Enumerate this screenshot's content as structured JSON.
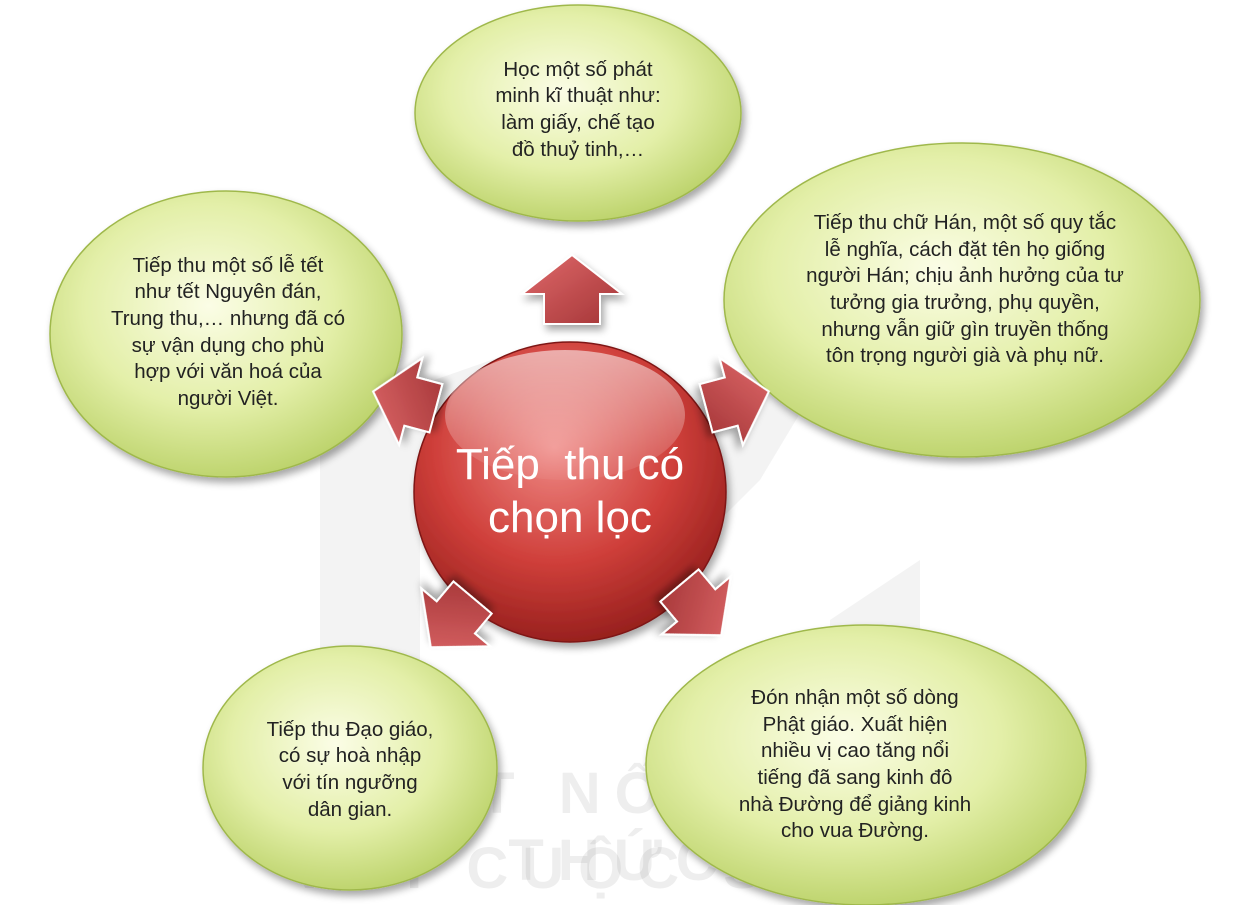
{
  "center": {
    "line1": "Tiếp  thu có",
    "line2": "chọn lọc"
  },
  "bubbles": {
    "top": [
      "Học một số phát",
      "minh kĩ thuật như:",
      "làm giấy, chế tạo",
      "đồ thuỷ tinh,…"
    ],
    "left": [
      "Tiếp thu một số lễ tết",
      "như tết Nguyên đán,",
      "Trung thu,… nhưng đã có",
      "sự vận dụng cho phù",
      "hợp với văn hoá của",
      "người Việt."
    ],
    "right": [
      "Tiếp thu chữ Hán, một số quy tắc",
      "lễ nghĩa, cách đặt tên họ giống",
      "người Hán; chịu ảnh hưởng của tư",
      "tưởng gia trưởng, phụ quyền,",
      "nhưng vẫn giữ gìn truyền thống",
      "tôn trọng người già và phụ nữ."
    ],
    "bottom_left": [
      "Tiếp thu Đạo giáo,",
      "có sự hoà nhập",
      "với tín ngưỡng",
      "dân gian."
    ],
    "bottom_right": [
      "Đón nhận một số dòng",
      "Phật giáo. Xuất hiện",
      "nhiều vị cao tăng nổi",
      "tiếng đã sang kinh đô",
      "nhà Đường để giảng kinh",
      "cho vua Đường."
    ]
  },
  "watermark": {
    "line1": "KẾT NỐI TRI THỨC",
    "line2": "VỚI CUỘC SỐNG"
  },
  "colors": {
    "bubble_light": "#fbfde6",
    "bubble_mid": "#e3efa8",
    "bubble_dark": "#b7cf63",
    "bubble_stroke": "#9fb84c",
    "center_light": "#ef8a86",
    "center_mid": "#cf3f3a",
    "center_dark": "#8e1b19",
    "arrow": "#c9484a",
    "arrow_dark": "#a33436"
  }
}
